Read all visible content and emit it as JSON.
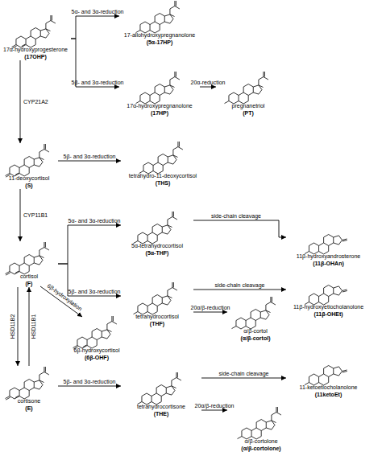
{
  "diagram": {
    "nodes": [
      {
        "text": [
          "17α-hydroxyprogesterone",
          "(17OHP)"
        ]
      },
      {
        "text": [
          "17-allohydroxypregnanolone",
          "(5α-17HP)"
        ]
      },
      {
        "text": [
          "17α-hydroxypregnanolone",
          "(17HP)"
        ]
      },
      {
        "text": [
          "pregnanetriol",
          "(PT)"
        ]
      },
      {
        "text": [
          "11-deoxycortisol",
          "(S)"
        ]
      },
      {
        "text": [
          "tetrahydro-11-deoxycortisol",
          "(THS)"
        ]
      },
      {
        "text": [
          "11β-hydroxyandrosterone",
          "(11β-OHAn)"
        ]
      },
      {
        "text": [
          "5α-tetrahydrocortisol",
          "(5α-THF)"
        ]
      },
      {
        "text": [
          "cortisol",
          "(F)"
        ]
      },
      {
        "text": [
          "11β-hydroxyetiocholanolone",
          "(11β-OHEt)"
        ]
      },
      {
        "text": [
          "tetrahydrocortisol",
          "(THF)"
        ]
      },
      {
        "text": [
          "α/β-cortol",
          "(α/β-cortol)"
        ]
      },
      {
        "text": [
          "6β-hydroxycortisol",
          "(6β-OHF)"
        ]
      },
      {
        "text": [
          "cortisone",
          "(E)"
        ]
      },
      {
        "text": [
          "tetrahydrocortisone",
          "(THE)"
        ]
      },
      {
        "text": [
          "11-ketoetiocholanolone",
          "(11ketoEt)"
        ]
      },
      {
        "text": [
          "α/β-cortolone",
          "(α/β-cortolone)"
        ]
      }
    ],
    "edges": [
      {
        "from": 0,
        "to": 1,
        "arrow": "to",
        "label": "5α- and 3α-reduction"
      },
      {
        "from": 0,
        "to": 2,
        "arrow": "to",
        "label": "5β- and 3α-reduction"
      },
      {
        "from": 2,
        "to": 3,
        "arrow": "to",
        "label": "20α-reduction"
      },
      {
        "from": 0,
        "to": 4,
        "arrow": "to",
        "label": "CYP21A2"
      },
      {
        "from": 4,
        "to": 5,
        "arrow": "to",
        "label": "5β- and 3α-reduction"
      },
      {
        "from": 4,
        "to": 8,
        "arrow": "to",
        "label": "CYP11B1"
      },
      {
        "from": 8,
        "to": 7,
        "arrow": "to",
        "label": "5α- and 3α-reduction"
      },
      {
        "from": 7,
        "to": 6,
        "arrow": "to",
        "label": "side-chain cleavage"
      },
      {
        "from": 8,
        "to": 10,
        "arrow": "to",
        "label": "5β- and 3α-reduction"
      },
      {
        "from": 10,
        "to": 9,
        "arrow": "to",
        "label": "side-chain cleavage"
      },
      {
        "from": 10,
        "to": 11,
        "arrow": "to",
        "label": "20α/β-reduction"
      },
      {
        "from": 8,
        "to": 12,
        "arrow": "to",
        "label": "6β-hydroxylation"
      },
      {
        "from": 8,
        "to": 13,
        "arrow": "to",
        "label": "HSD11B2"
      },
      {
        "from": 13,
        "to": 8,
        "arrow": "to",
        "label": "HSD11B1"
      },
      {
        "from": 13,
        "to": 14,
        "arrow": "to",
        "label": "5β- and 3α-reduction"
      },
      {
        "from": 14,
        "to": 15,
        "arrow": "to",
        "label": "side-chain cleavage"
      },
      {
        "from": 14,
        "to": 16,
        "arrow": "to",
        "label": "20α/β-reduction"
      }
    ]
  }
}
